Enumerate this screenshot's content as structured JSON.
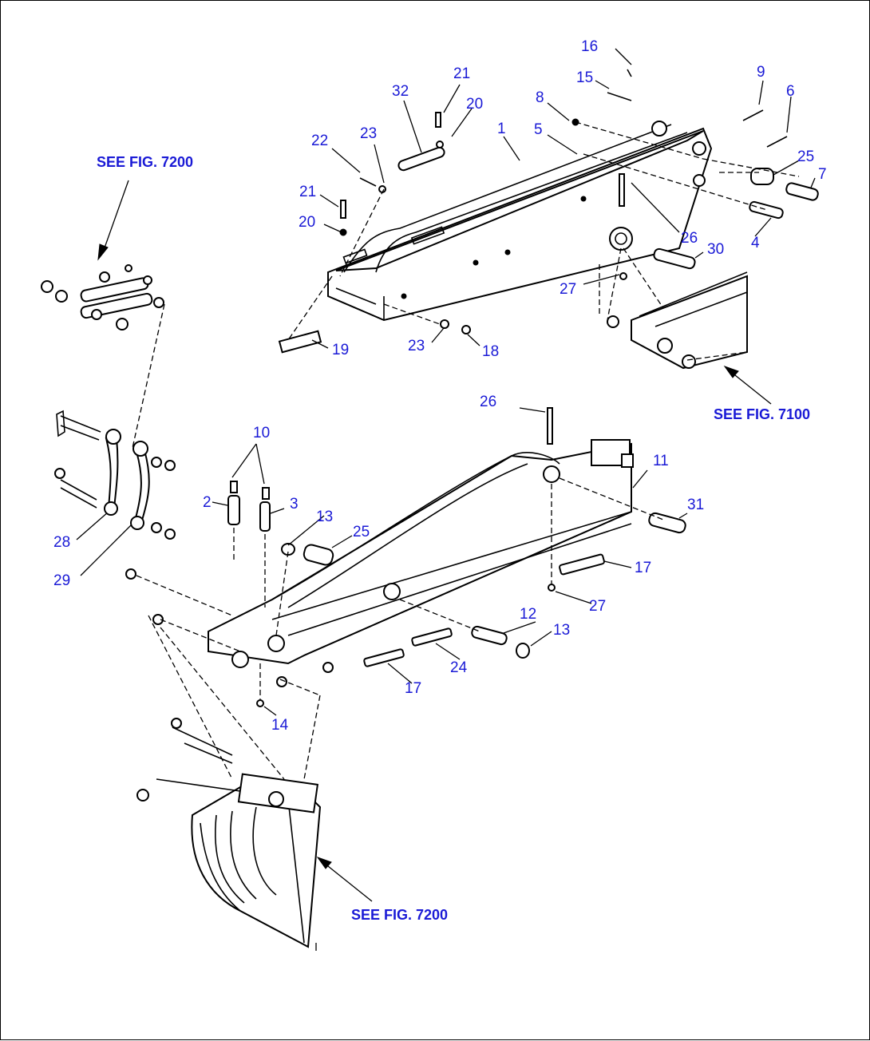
{
  "references": {
    "top_left": "SEE FIG. 7200",
    "right": "SEE FIG. 7100",
    "bottom": "SEE FIG. 7200"
  },
  "callouts": {
    "c16": "16",
    "c15": "15",
    "c9": "9",
    "c6": "6",
    "c21a": "21",
    "c32": "32",
    "c20a": "20",
    "c8": "8",
    "c1": "1",
    "c5": "5",
    "c22": "22",
    "c23a": "23",
    "c25a": "25",
    "c7": "7",
    "c21b": "21",
    "c20b": "20",
    "c26a": "26",
    "c4": "4",
    "c30": "30",
    "c27a": "27",
    "c23b": "23",
    "c18": "18",
    "c19": "19",
    "c26b": "26",
    "c10": "10",
    "c11": "11",
    "c2": "2",
    "c3": "3",
    "c13a": "13",
    "c25b": "25",
    "c31": "31",
    "c17a": "17",
    "c27b": "27",
    "c12": "12",
    "c13b": "13",
    "c24": "24",
    "c17b": "17",
    "c14": "14",
    "c28": "28",
    "c29": "29"
  }
}
